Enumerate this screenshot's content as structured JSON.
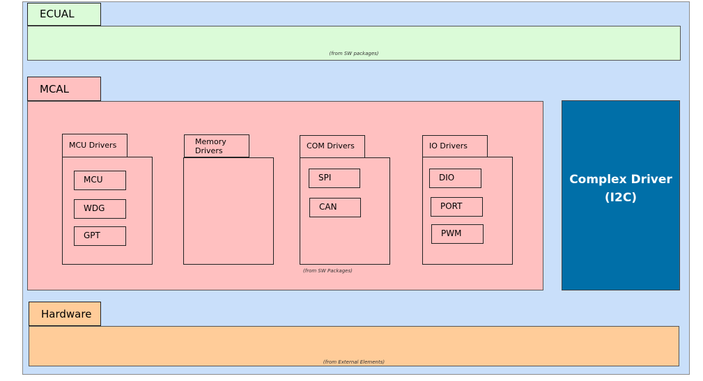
{
  "layers": {
    "ecual": {
      "label": "ECUAL",
      "note": "(from SW packages)"
    },
    "mcal": {
      "label": "MCAL",
      "note": "(from SW Packages)"
    },
    "hardware": {
      "label": "Hardware",
      "note": "(from External Elements)"
    }
  },
  "groups": [
    {
      "label": "MCU Drivers",
      "items": [
        "MCU",
        "WDG",
        "GPT"
      ]
    },
    {
      "label_lines": [
        "Memory",
        "Drivers"
      ],
      "items": []
    },
    {
      "label": "COM Drivers",
      "items": [
        "SPI",
        "CAN"
      ]
    },
    {
      "label": "IO Drivers",
      "items": [
        "DIO",
        "PORT",
        "PWM"
      ]
    }
  ],
  "complex_driver": {
    "line1": "Complex Driver",
    "line2": "(I2C)"
  },
  "colors": {
    "background": "#c9dffa",
    "ecual": "#dbfbd8",
    "mcal": "#ffc0c0",
    "hardware": "#ffcc99",
    "complex_driver": "#006fa8"
  }
}
